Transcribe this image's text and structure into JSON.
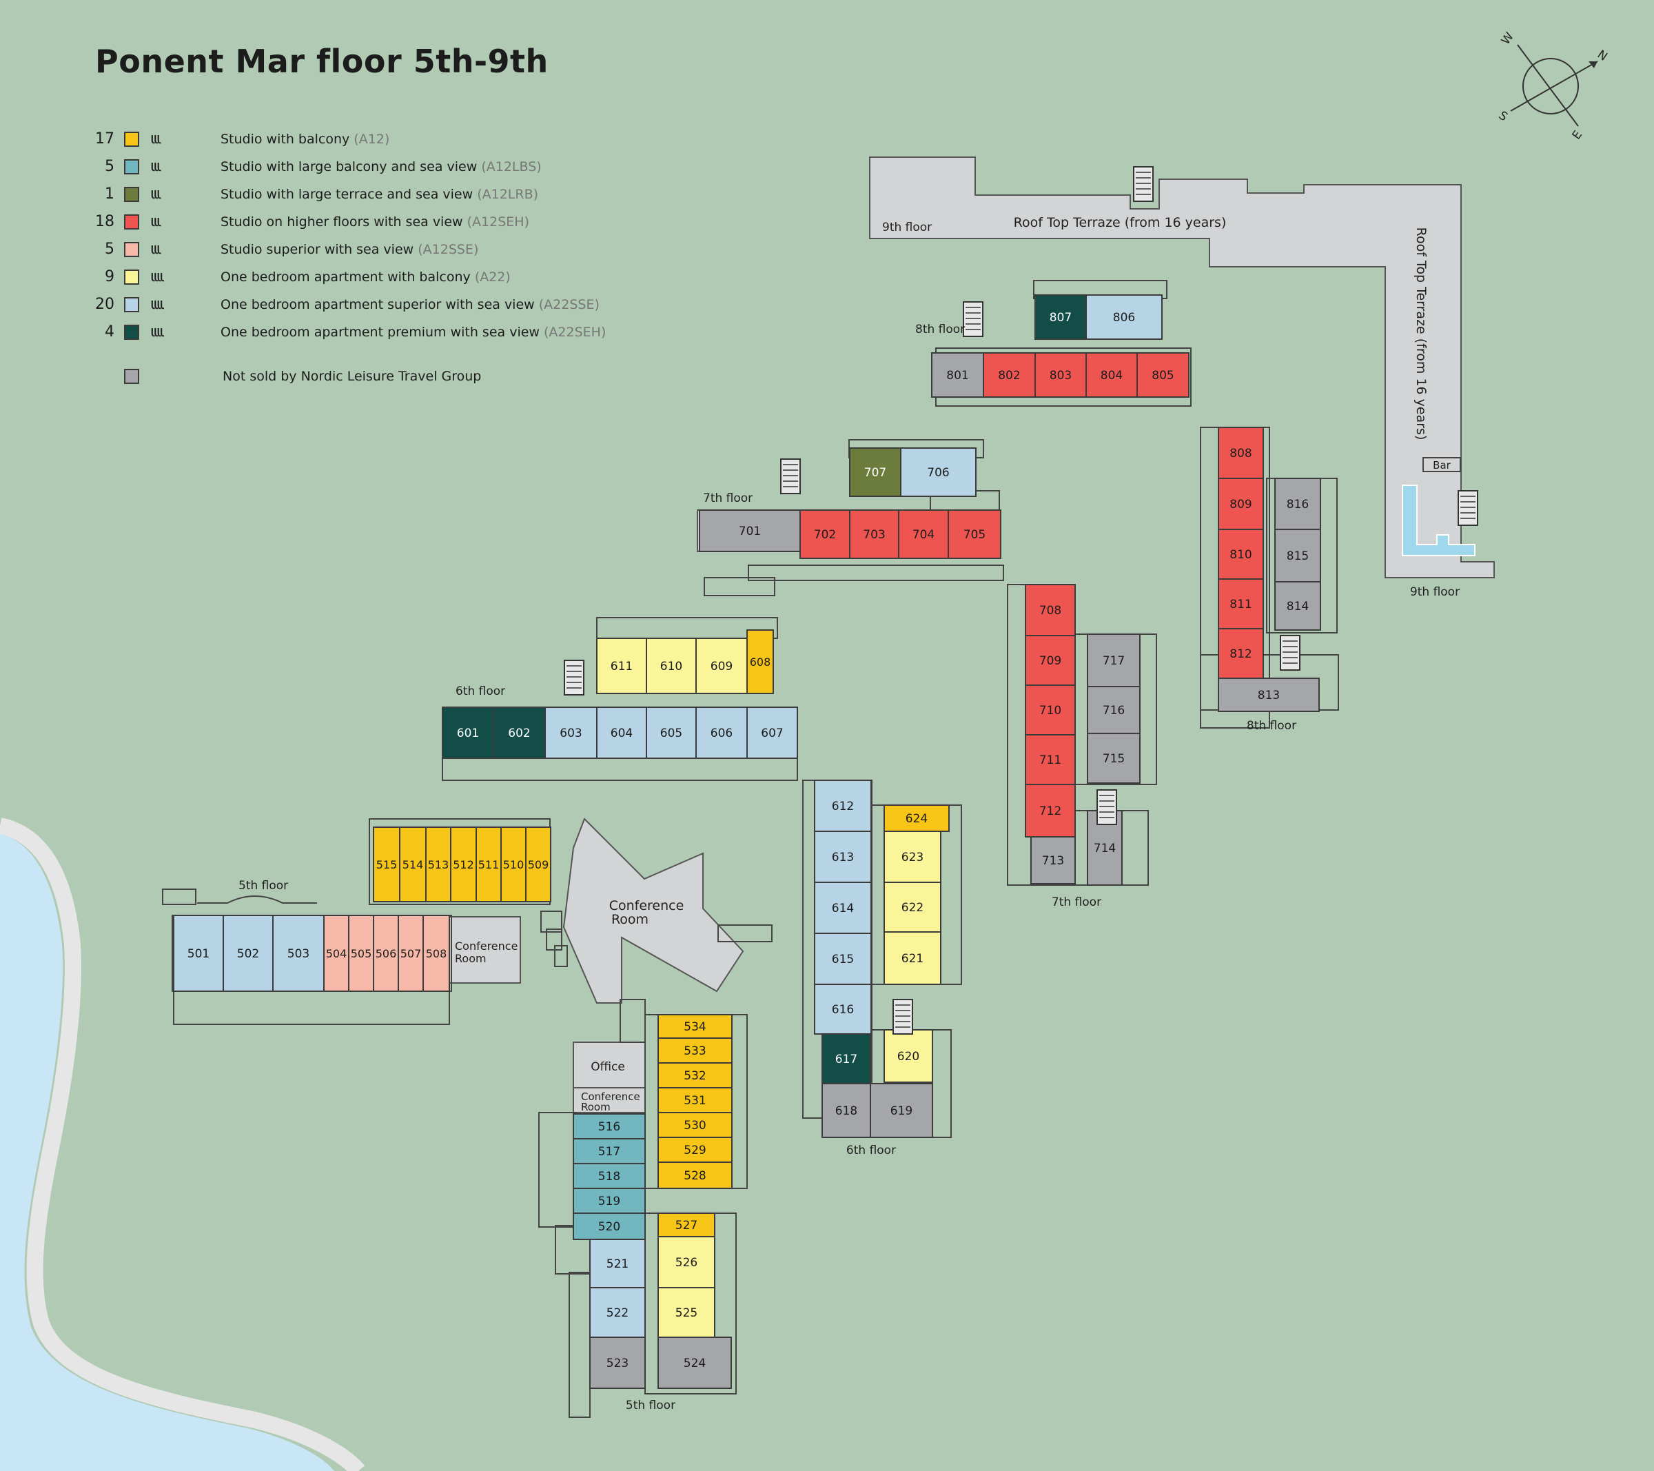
{
  "title": "Ponent Mar floor 5th-9th",
  "colors": {
    "background": "#b0cab4",
    "sea": "#c8e6f6",
    "shore": "#e6e6e6",
    "A12": "#f7c518",
    "A12LBS": "#72b7bf",
    "A12LRB": "#6b7c3d",
    "A12SEH": "#ee5550",
    "A12SSE": "#f6b8a8",
    "A22": "#fbf59a",
    "A22SSE": "#b6d4e6",
    "A22SEH": "#124d48",
    "N": "#a4a6a9",
    "common": "#d2d4d6",
    "pool": "#9fd8ec"
  },
  "legend": [
    {
      "count": "17",
      "key": "A12",
      "people": "ιιι",
      "name": "Studio with balcony",
      "code": "(A12)"
    },
    {
      "count": "5",
      "key": "A12LBS",
      "people": "ιιι",
      "name": "Studio with large balcony and sea view",
      "code": "(A12LBS)"
    },
    {
      "count": "1",
      "key": "A12LRB",
      "people": "ιιι",
      "name": "Studio with large terrace and sea view",
      "code": "(A12LRB)"
    },
    {
      "count": "18",
      "key": "A12SEH",
      "people": "ιιι",
      "name": "Studio on higher floors with sea view",
      "code": "(A12SEH)"
    },
    {
      "count": "5",
      "key": "A12SSE",
      "people": "ιιι",
      "name": "Studio superior with sea view",
      "code": "(A12SSE)"
    },
    {
      "count": "9",
      "key": "A22",
      "people": "ιιιι",
      "name": "One bedroom apartment with balcony",
      "code": "(A22)"
    },
    {
      "count": "20",
      "key": "A22SSE",
      "people": "ιιιι",
      "name": "One bedroom apartment superior with sea view",
      "code": "(A22SSE)"
    },
    {
      "count": "4",
      "key": "A22SEH",
      "people": "ιιιι",
      "name": "One bedroom apartment premium with sea view",
      "code": "(A22SEH)"
    },
    {
      "count": "",
      "key": "N",
      "people": "",
      "name": "Not sold by Nordic Leisure Travel Group",
      "code": ""
    }
  ],
  "compass": [
    "W",
    "N",
    "S",
    "E"
  ],
  "floor_labels": [
    "9th floor",
    "8th floor",
    "7th floor",
    "6th floor",
    "5th floor",
    "9th floor",
    "8th floor",
    "7th floor",
    "6th floor",
    "5th floor"
  ],
  "areas": [
    "Roof Top Terraze (from 16 years)",
    "Roof Top Terraze (from 16 years)",
    "Bar",
    "Conference Room",
    "Conference Room",
    "Office",
    "Conference Room"
  ],
  "rooms": [
    {
      "label": "801",
      "type": "N"
    },
    {
      "label": "802",
      "type": "A12SEH"
    },
    {
      "label": "803",
      "type": "A12SEH"
    },
    {
      "label": "804",
      "type": "A12SEH"
    },
    {
      "label": "805",
      "type": "A12SEH"
    },
    {
      "label": "807",
      "type": "A22SEH"
    },
    {
      "label": "806",
      "type": "A22SSE"
    },
    {
      "label": "808",
      "type": "A12SEH"
    },
    {
      "label": "809",
      "type": "A12SEH"
    },
    {
      "label": "810",
      "type": "A12SEH"
    },
    {
      "label": "811",
      "type": "A12SEH"
    },
    {
      "label": "812",
      "type": "A12SEH"
    },
    {
      "label": "816",
      "type": "N"
    },
    {
      "label": "815",
      "type": "N"
    },
    {
      "label": "814",
      "type": "N"
    },
    {
      "label": "813",
      "type": "N"
    },
    {
      "label": "707",
      "type": "A12LRB"
    },
    {
      "label": "706",
      "type": "A22SSE"
    },
    {
      "label": "701",
      "type": "N"
    },
    {
      "label": "702",
      "type": "A12SEH"
    },
    {
      "label": "703",
      "type": "A12SEH"
    },
    {
      "label": "704",
      "type": "A12SEH"
    },
    {
      "label": "705",
      "type": "A12SEH"
    },
    {
      "label": "708",
      "type": "A12SEH"
    },
    {
      "label": "709",
      "type": "A12SEH"
    },
    {
      "label": "710",
      "type": "A12SEH"
    },
    {
      "label": "711",
      "type": "A12SEH"
    },
    {
      "label": "712",
      "type": "A12SEH"
    },
    {
      "label": "713",
      "type": "N"
    },
    {
      "label": "717",
      "type": "N"
    },
    {
      "label": "716",
      "type": "N"
    },
    {
      "label": "715",
      "type": "N"
    },
    {
      "label": "714",
      "type": "N"
    },
    {
      "label": "611",
      "type": "A22"
    },
    {
      "label": "610",
      "type": "A22"
    },
    {
      "label": "609",
      "type": "A22"
    },
    {
      "label": "608",
      "type": "A12"
    },
    {
      "label": "601",
      "type": "A22SEH"
    },
    {
      "label": "602",
      "type": "A22SEH"
    },
    {
      "label": "603",
      "type": "A22SSE"
    },
    {
      "label": "604",
      "type": "A22SSE"
    },
    {
      "label": "605",
      "type": "A22SSE"
    },
    {
      "label": "606",
      "type": "A22SSE"
    },
    {
      "label": "607",
      "type": "A22SSE"
    },
    {
      "label": "612",
      "type": "A22SSE"
    },
    {
      "label": "613",
      "type": "A22SSE"
    },
    {
      "label": "614",
      "type": "A22SSE"
    },
    {
      "label": "615",
      "type": "A22SSE"
    },
    {
      "label": "616",
      "type": "A22SSE"
    },
    {
      "label": "624",
      "type": "A12"
    },
    {
      "label": "623",
      "type": "A22"
    },
    {
      "label": "622",
      "type": "A22"
    },
    {
      "label": "621",
      "type": "A22"
    },
    {
      "label": "617",
      "type": "A22SEH"
    },
    {
      "label": "620",
      "type": "A22"
    },
    {
      "label": "618",
      "type": "N"
    },
    {
      "label": "619",
      "type": "N"
    },
    {
      "label": "515",
      "type": "A12"
    },
    {
      "label": "514",
      "type": "A12"
    },
    {
      "label": "513",
      "type": "A12"
    },
    {
      "label": "512",
      "type": "A12"
    },
    {
      "label": "511",
      "type": "A12"
    },
    {
      "label": "510",
      "type": "A12"
    },
    {
      "label": "509",
      "type": "A12"
    },
    {
      "label": "501",
      "type": "A22SSE"
    },
    {
      "label": "502",
      "type": "A22SSE"
    },
    {
      "label": "503",
      "type": "A22SSE"
    },
    {
      "label": "504",
      "type": "A12SSE"
    },
    {
      "label": "505",
      "type": "A12SSE"
    },
    {
      "label": "506",
      "type": "A12SSE"
    },
    {
      "label": "507",
      "type": "A12SSE"
    },
    {
      "label": "508",
      "type": "A12SSE"
    },
    {
      "label": "534",
      "type": "A12"
    },
    {
      "label": "533",
      "type": "A12"
    },
    {
      "label": "532",
      "type": "A12"
    },
    {
      "label": "531",
      "type": "A12"
    },
    {
      "label": "530",
      "type": "A12"
    },
    {
      "label": "529",
      "type": "A12"
    },
    {
      "label": "528",
      "type": "A12"
    },
    {
      "label": "516",
      "type": "A12LBS"
    },
    {
      "label": "517",
      "type": "A12LBS"
    },
    {
      "label": "518",
      "type": "A12LBS"
    },
    {
      "label": "519",
      "type": "A12LBS"
    },
    {
      "label": "520",
      "type": "A12LBS"
    },
    {
      "label": "527",
      "type": "A12"
    },
    {
      "label": "526",
      "type": "A22"
    },
    {
      "label": "525",
      "type": "A22"
    },
    {
      "label": "521",
      "type": "A22SSE"
    },
    {
      "label": "522",
      "type": "A22SSE"
    },
    {
      "label": "523",
      "type": "N"
    },
    {
      "label": "524",
      "type": "N"
    }
  ]
}
